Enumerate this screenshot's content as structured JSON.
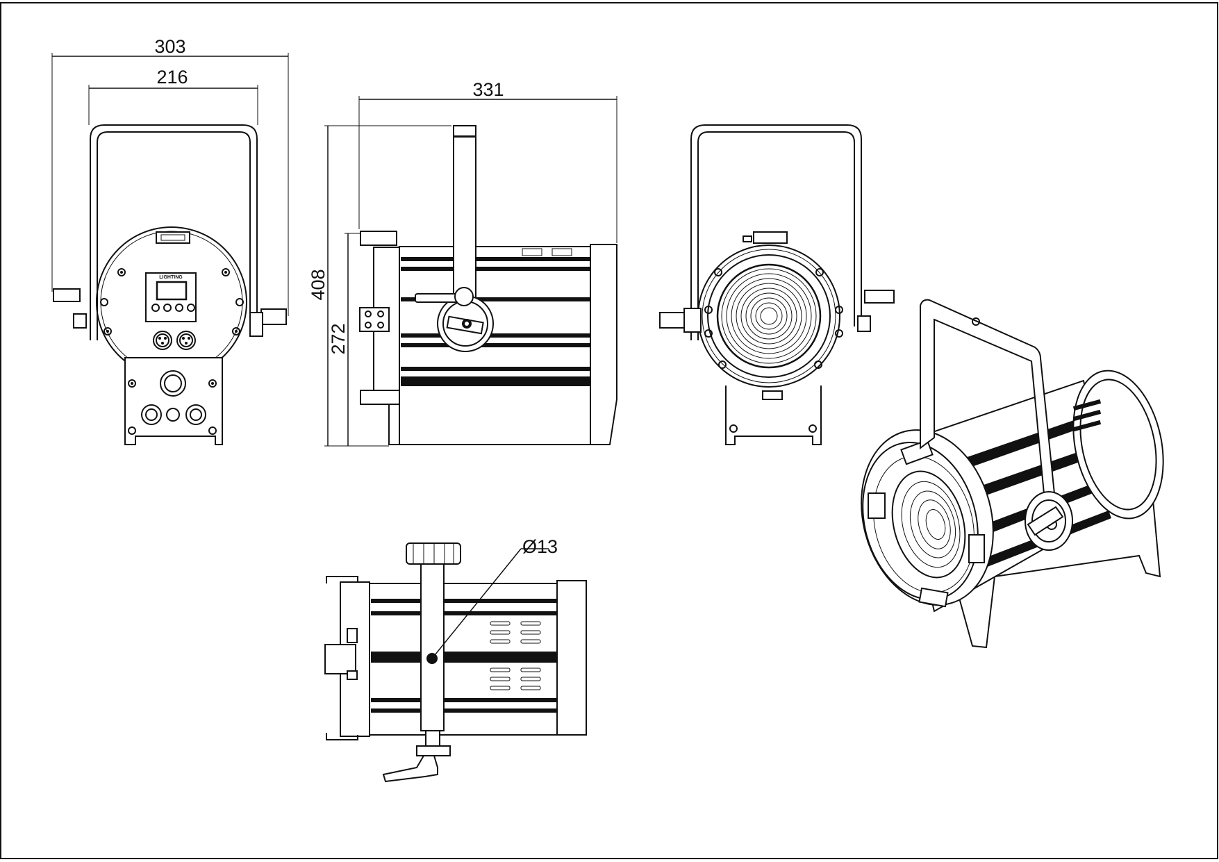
{
  "drawing": {
    "colors": {
      "line": "#111111",
      "background": "#ffffff"
    },
    "views": [
      "rear-view",
      "side-view",
      "front-view",
      "top-view",
      "isometric-view"
    ],
    "dimensions": {
      "overall_width": "303",
      "yoke_width": "216",
      "body_length": "331",
      "overall_height": "408",
      "body_height": "272",
      "mount_hole_diameter": "Ø13"
    },
    "rear_panel_logo": "LIGHTING"
  }
}
